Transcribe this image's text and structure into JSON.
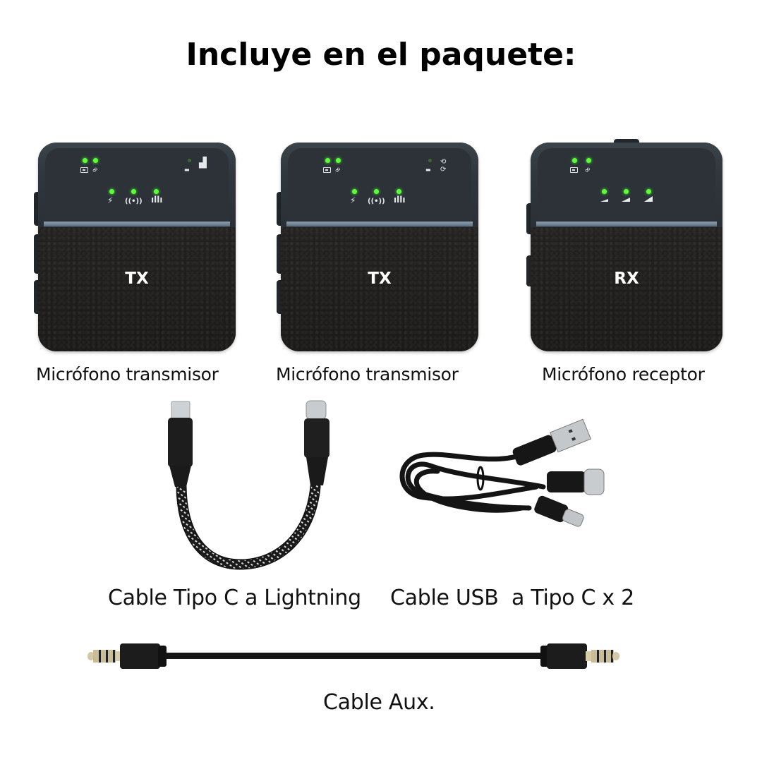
{
  "title": "Incluye en el paquete:",
  "devices": [
    {
      "badge": "TX",
      "caption": "Micrófono transmisor",
      "indicators": [
        "battery-icon",
        "link-icon",
        "mic-mute-icon",
        "wireless-broadcast-icon",
        "noise-cancel-icon"
      ]
    },
    {
      "badge": "TX",
      "caption": "Micrófono transmisor",
      "indicators": [
        "battery-icon",
        "link-icon",
        "mic-mute-icon",
        "wireless-broadcast-icon",
        "noise-cancel-icon"
      ]
    },
    {
      "badge": "RX",
      "caption": "Micrófono receptor",
      "indicators": [
        "battery-icon",
        "link-icon",
        "volume-level-1-icon",
        "volume-level-2-icon",
        "volume-level-3-icon"
      ]
    }
  ],
  "cables": [
    {
      "caption": "Cable Tipo C a Lightning",
      "type": "lightning-to-usb-c"
    },
    {
      "caption": "Cable USB  a Tipo C x 2",
      "type": "usb-a-to-usb-c-dual"
    },
    {
      "caption": "Cable Aux.",
      "type": "3.5mm-aux"
    }
  ],
  "colors": {
    "led_green": "#5cff3a",
    "device_body": "#1e1d1c",
    "device_top": "#2f363d",
    "accent_strip": "#7b93a6"
  }
}
